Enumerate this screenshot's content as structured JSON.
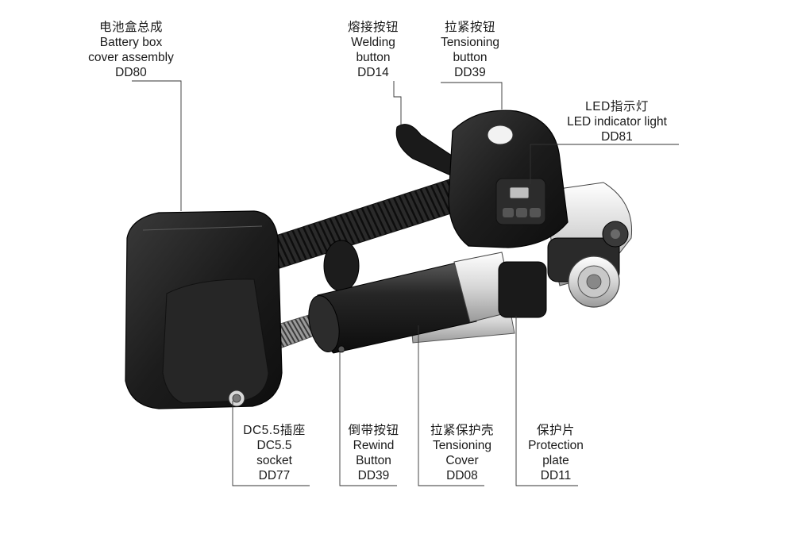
{
  "callouts": [
    {
      "id": "battery",
      "cn": "电池盒总成",
      "en": [
        "Battery box",
        "cover assembly"
      ],
      "code": "DD80"
    },
    {
      "id": "welding",
      "cn": "熔接按钮",
      "en": [
        "Welding",
        "button"
      ],
      "code": "DD14"
    },
    {
      "id": "tension_button",
      "cn": "拉紧按钮",
      "en": [
        "Tensioning",
        "button"
      ],
      "code": "DD39"
    },
    {
      "id": "led",
      "cn": "LED指示灯",
      "en": [
        "LED indicator light"
      ],
      "code": "DD81"
    },
    {
      "id": "dc_socket",
      "cn": "DC5.5插座",
      "en": [
        "DC5.5",
        "socket"
      ],
      "code": "DD77"
    },
    {
      "id": "rewind",
      "cn": "倒带按钮",
      "en": [
        "Rewind",
        "Button"
      ],
      "code": "DD39"
    },
    {
      "id": "tension_cover",
      "cn": "拉紧保护壳",
      "en": [
        "Tensioning",
        "Cover"
      ],
      "code": "DD08"
    },
    {
      "id": "protection_plate",
      "cn": "保护片",
      "en": [
        "Protection",
        "plate"
      ],
      "code": "DD11"
    }
  ],
  "colors": {
    "body": "#1e1e1e",
    "body_light": "#4a4a4a",
    "metal": "#d9d9d9",
    "leader": "#333333"
  }
}
